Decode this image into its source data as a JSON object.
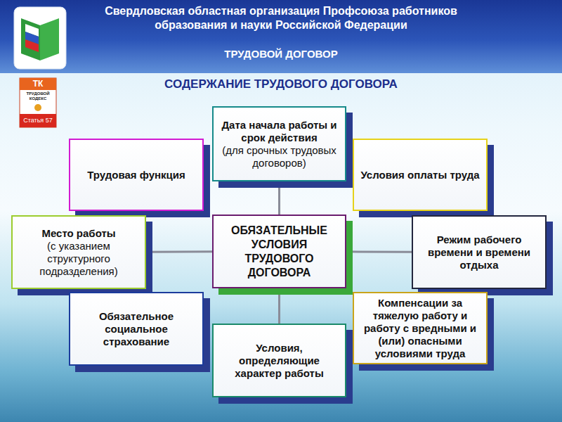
{
  "diagram": {
    "title": "Свердловская областная организация Профсоюза работников образования и науки Российской Федерации",
    "nodes": [
      {
        "text": [
          "Дата начала работы и срок действия",
          "(для срочных трудовых договоров)"
        ]
      },
      {
        "text": [
          "Трудовая функция"
        ]
      },
      {
        "text": [
          "Условия оплаты труда"
        ]
      },
      {
        "text": [
          "Место работы",
          "(с указанием структурного подразделения)"
        ]
      },
      {
        "text": [
          "ОБЯЗАТЕЛЬНЫЕ УСЛОВИЯ ТРУДОВОГО ДОГОВОРА"
        ]
      },
      {
        "text": [
          "Режим рабочего времени и времени отдыха"
        ]
      },
      {
        "text": [
          "Обязательное социальное страхование"
        ]
      },
      {
        "text": [
          "Компенсации за тяжелую работу и работу с вредными и (или) опасными условиями труда"
        ]
      },
      {
        "text": [
          "Условия, определяющие характер работы"
        ]
      }
    ],
    "edges": [
      {
        "from": 4,
        "to": 0,
        "arrow": "none"
      },
      {
        "from": 4,
        "to": 3,
        "arrow": "none"
      },
      {
        "from": 4,
        "to": 5,
        "arrow": "none"
      },
      {
        "from": 4,
        "to": 8,
        "arrow": "none"
      }
    ],
    "labels": [
      "ТРУДОВОЙ ДОГОВОР",
      "СОДЕРЖАНИЕ ТРУДОВОГО ДОГОВОРА",
      "ТК",
      "ТРУДОВОЙ КОДЕКС",
      "Статья 57"
    ]
  }
}
